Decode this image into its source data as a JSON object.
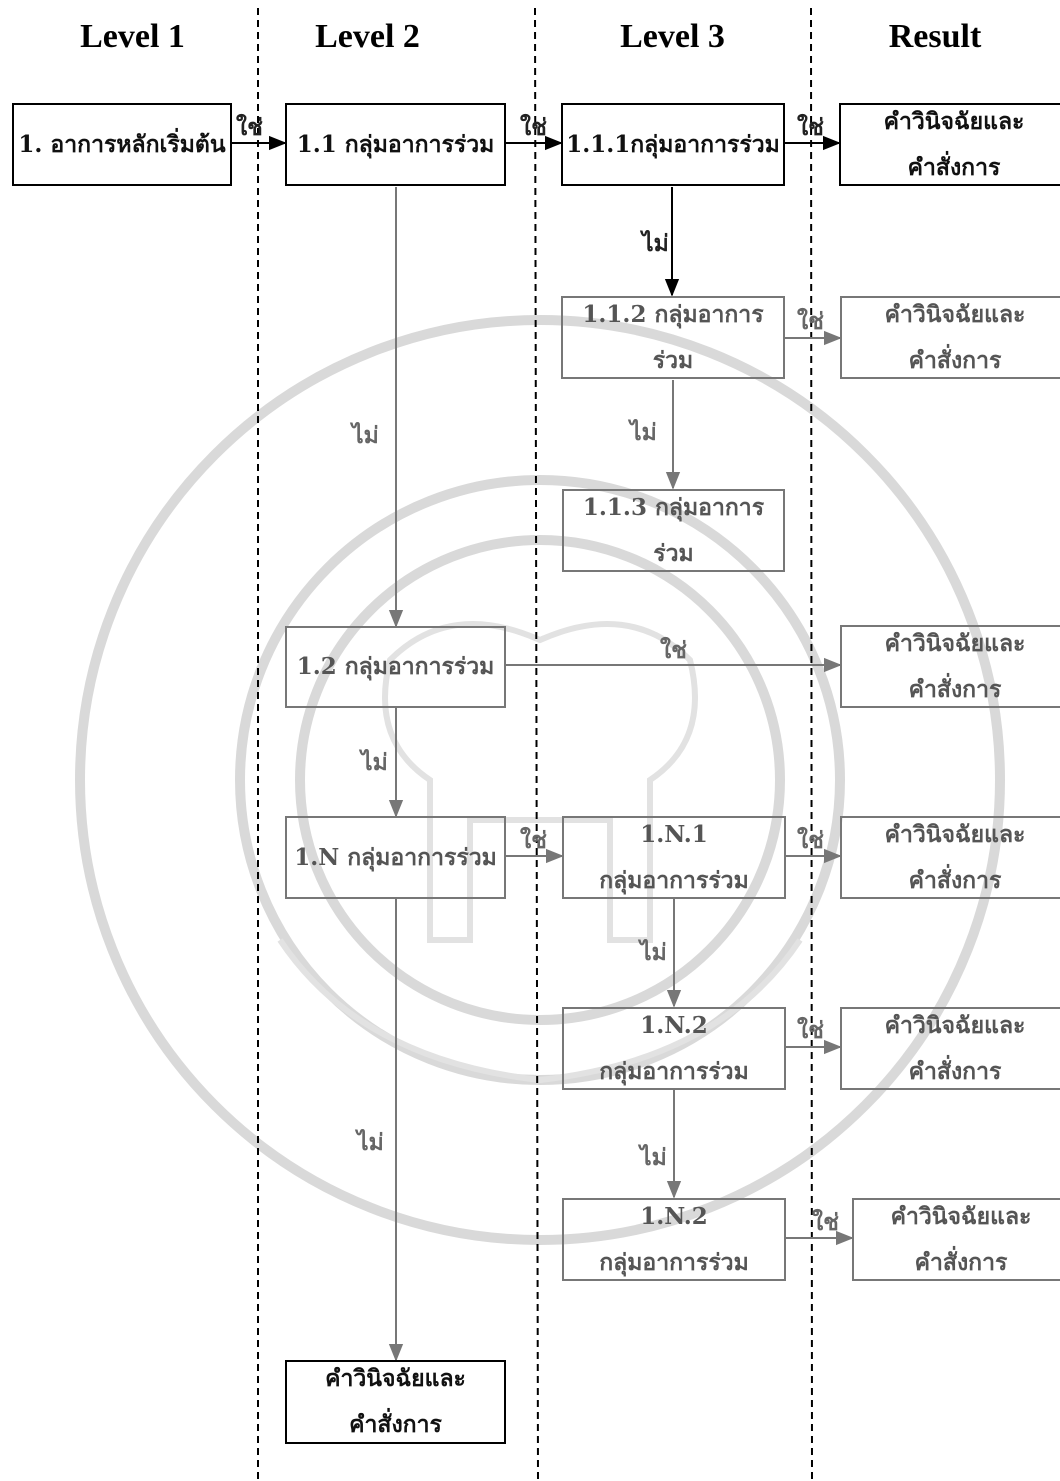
{
  "headers": {
    "level1": "Level 1",
    "level2": "Level 2",
    "level3": "Level 3",
    "result": "Result"
  },
  "boxes": {
    "main": "1. อาการหลักเริ่มต้น",
    "g11": "1.1 กลุ่มอาการร่วม",
    "g111": "1.1.1กลุ่มอาการร่วม",
    "g112": "1.1.2 กลุ่มอาการร่วม",
    "g113": "1.1.3 กลุ่มอาการร่วม",
    "g12": "1.2 กลุ่มอาการร่วม",
    "g1N": "1.N กลุ่มอาการร่วม",
    "gN1": {
      "num": "1.N.1",
      "text": "กลุ่มอาการร่วม"
    },
    "gN2a": {
      "num": "1.N.2",
      "text": "กลุ่มอาการร่วม"
    },
    "gN2b": {
      "num": "1.N.2",
      "text": "กลุ่มอาการร่วม"
    },
    "result_line1": "คำวินิจฉัยและ",
    "result_line2": "คำสั่งการ"
  },
  "labels": {
    "yes": "ใช่",
    "no": "ไม่"
  }
}
